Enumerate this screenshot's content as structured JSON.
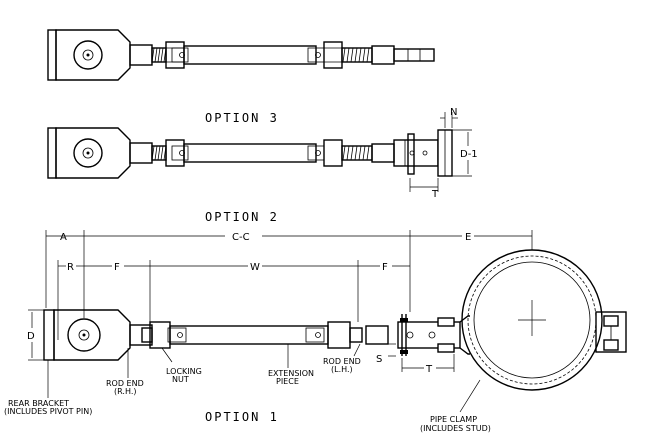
{
  "options": {
    "option1": "OPTION 1",
    "option2": "OPTION 2",
    "option3": "OPTION 3"
  },
  "dimensions": {
    "A": "A",
    "CC": "C-C",
    "E": "E",
    "R": "R",
    "F_left": "F",
    "W": "W",
    "F_right": "F",
    "D": "D",
    "S": "S",
    "T_opt1": "T",
    "N": "N",
    "D1": "D-1",
    "T_opt2": "T"
  },
  "labels": {
    "rear_bracket_1": "REAR BRACKET",
    "rear_bracket_2": "(INCLUDES PIVOT PIN)",
    "rod_end_rh_1": "ROD END",
    "rod_end_rh_2": "(R.H.)",
    "locking_nut_1": "LOCKING",
    "locking_nut_2": "NUT",
    "extension_1": "EXTENSION",
    "extension_2": "PIECE",
    "rod_end_lh_1": "ROD END",
    "rod_end_lh_2": "(L.H.)",
    "pipe_clamp_1": "PIPE CLAMP",
    "pipe_clamp_2": "(INCLUDES STUD)"
  }
}
